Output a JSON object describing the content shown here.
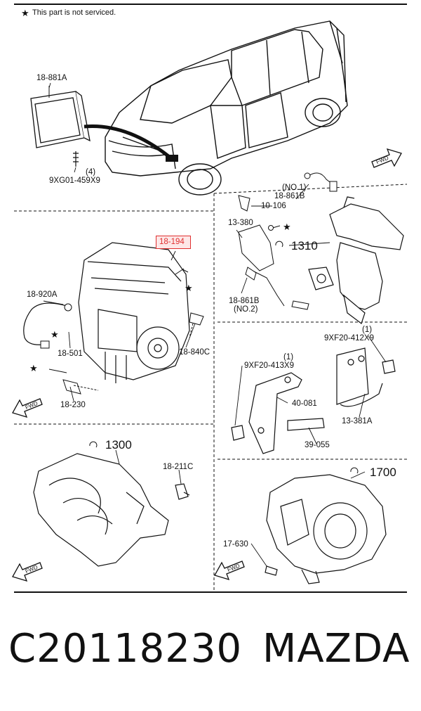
{
  "note": "This part is not serviced.",
  "labels": {
    "ecu": "18-881A",
    "ecu_screw": "9XG01-459X9",
    "ecu_screw_qty": "(4)",
    "o2_no1_tag": "(NO.1)",
    "o2_no1": "18-861B",
    "bracket_106": "10-106",
    "sensor_380": "13-380",
    "cat_group": "1310",
    "o2_no2": "18-861B",
    "o2_no2_tag": "(NO.2)",
    "highlight": "18-194",
    "knock_sensor": "18-920A",
    "bolt_501": "18-501",
    "sensor_840": "18-840C",
    "cam_sensor": "18-230",
    "bolt_412_qty": "(1)",
    "bolt_412": "9XF20-412X9",
    "bolt_413_qty": "(1)",
    "bolt_413": "9XF20-413X9",
    "bracket_081": "40-081",
    "bracket_381": "13-381A",
    "stud_055": "39-055",
    "intake_group": "1300",
    "sensor_211": "18-211C",
    "trans_group": "1700",
    "speed_sensor": "17-630",
    "fwd": "FWD"
  },
  "caption": {
    "part_number": "C20118230",
    "brand": "MAZDA"
  },
  "colors": {
    "highlight_border": "#e03030",
    "highlight_fill": "#fde7e7",
    "ink": "#111111"
  }
}
